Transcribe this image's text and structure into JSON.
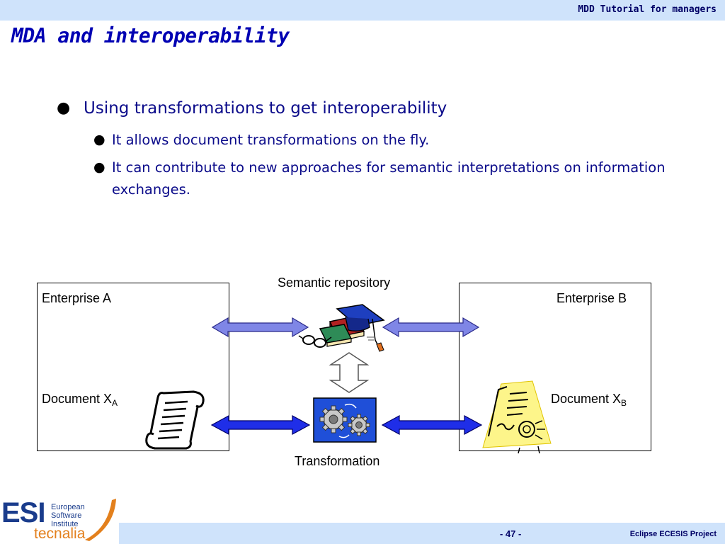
{
  "header": {
    "label": "MDD Tutorial for managers"
  },
  "slide": {
    "title": "MDA and interoperability",
    "bullet": "Using transformations to get interoperability",
    "sub_bullets": [
      "It allows document transformations on the fly.",
      "It can contribute to new approaches for semantic interpretations on information exchanges."
    ]
  },
  "diagram": {
    "enterprise_a": "Enterprise A",
    "enterprise_b": "Enterprise B",
    "doc_a_prefix": "Document X",
    "doc_a_sub": "A",
    "doc_b_prefix": "Document X",
    "doc_b_sub": "B",
    "semantic_repository": "Semantic repository",
    "transformation": "Transformation"
  },
  "logo": {
    "esi": "ESI",
    "line1": "European",
    "line2": "Software",
    "line3": "Institute",
    "tecnalia": "tecnalia"
  },
  "footer": {
    "page": "- 47 -",
    "project": "Eclipse ECESIS Project"
  },
  "colors": {
    "title": "#0000b3",
    "bar": "#cfe3fb",
    "arrow_light": "#7f86e6",
    "arrow_dark": "#1f2ee8"
  }
}
